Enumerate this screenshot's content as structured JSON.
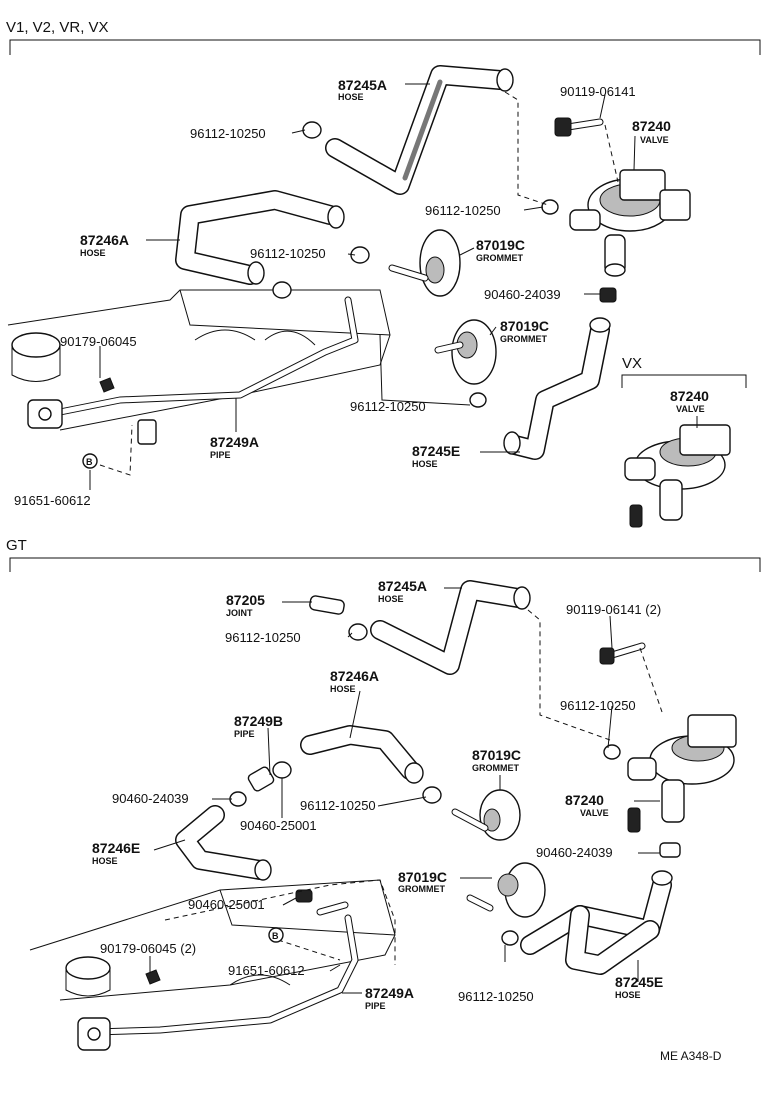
{
  "sections": {
    "top_title": "V1, V2, VR, VX",
    "gt_title": "GT",
    "vx_title": "VX"
  },
  "top_labels": {
    "hose_87245A": "87245A",
    "hose_87245A_sub": "HOSE",
    "clamp_a": "96112-10250",
    "bolt": "90119-06141",
    "valve": "87240",
    "valve_sub": "VALVE",
    "clamp_b": "96112-10250",
    "hose_87246A": "87246A",
    "hose_87246A_sub": "HOSE",
    "clamp_c": "96112-10250",
    "grommet_a": "87019C",
    "grommet_a_sub": "GROMMET",
    "clip": "90460-24039",
    "nut": "90179-06045",
    "grommet_b": "87019C",
    "grommet_b_sub": "GROMMET",
    "clamp_d": "96112-10250",
    "pipe_87249A": "87249A",
    "pipe_87249A_sub": "PIPE",
    "hose_87245E": "87245E",
    "hose_87245E_sub": "HOSE",
    "ref_b": "B",
    "bolt_b": "91651-60612",
    "vx_valve": "87240",
    "vx_valve_sub": "VALVE"
  },
  "gt_labels": {
    "joint": "87205",
    "joint_sub": "JOINT",
    "clamp_e": "96112-10250",
    "hose_87245A": "87245A",
    "hose_87245A_sub": "HOSE",
    "bolt": "90119-06141 (2)",
    "hose_87246A": "87246A",
    "hose_87246A_sub": "HOSE",
    "pipe_87249B": "87249B",
    "pipe_87249B_sub": "PIPE",
    "clamp_f": "96112-10250",
    "clip_a": "90460-24039",
    "grommet_a": "87019C",
    "grommet_a_sub": "GROMMET",
    "clamp_g": "96112-10250",
    "clip_b": "90460-25001",
    "valve": "87240",
    "valve_sub": "VALVE",
    "hose_87246E": "87246E",
    "hose_87246E_sub": "HOSE",
    "clip_c": "90460-24039",
    "grommet_b": "87019C",
    "grommet_b_sub": "GROMMET",
    "clip_d": "90460-25001",
    "nut": "90179-06045 (2)",
    "ref_b": "B",
    "bolt_b": "91651-60612",
    "pipe_87249A": "87249A",
    "pipe_87249A_sub": "PIPE",
    "clamp_h": "96112-10250",
    "hose_87245E": "87245E",
    "hose_87245E_sub": "HOSE"
  },
  "footer_code": "ME A348-D"
}
